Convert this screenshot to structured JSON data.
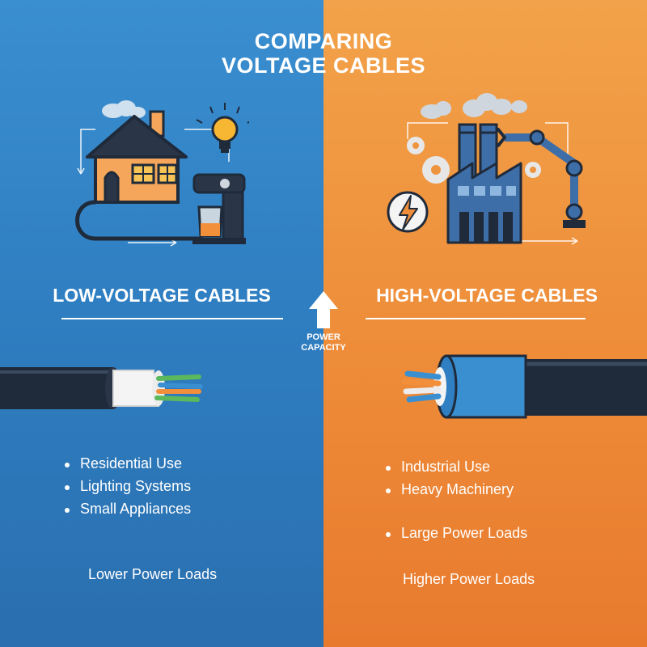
{
  "title": {
    "line1": "COMPARING",
    "line2": "VOLTAGE CABLES"
  },
  "center": {
    "label_line1": "POWER",
    "label_line2": "CAPACITY",
    "arrow": "up-arrow-icon"
  },
  "low": {
    "heading": "LOW-VOLTAGE CABLES",
    "items": [
      "Residential Use",
      "Lighting Systems",
      "Small Appliances"
    ],
    "load": "Lower Power Loads",
    "icons": [
      "house-icon",
      "light-bulb-icon",
      "coffee-maker-icon",
      "low-voltage-cable-icon"
    ]
  },
  "high": {
    "heading": "HIGH-VOLTAGE CABLES",
    "items": [
      "Industrial Use",
      "Heavy Machinery",
      "Large Power Loads"
    ],
    "load": "Higher Power Loads",
    "icons": [
      "factory-icon",
      "gear-icon",
      "robotic-arm-icon",
      "lightning-bolt-icon",
      "high-voltage-cable-icon"
    ]
  },
  "colors": {
    "left_bg": "#2f7fc2",
    "right_bg": "#ee8e3a",
    "text": "#ffffff"
  }
}
